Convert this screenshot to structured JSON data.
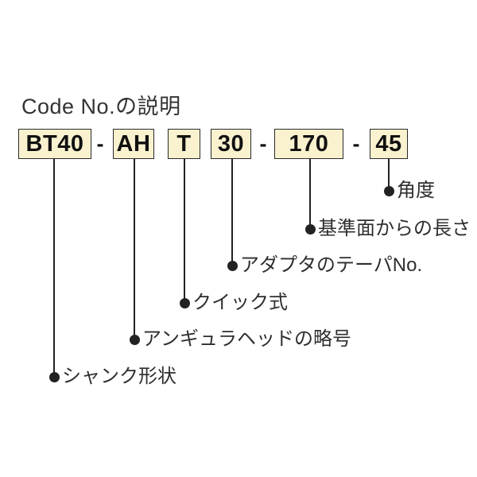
{
  "title": "Code No.の説明",
  "code": {
    "separator": "-",
    "parts": [
      "BT40",
      "AH",
      "T",
      "30",
      "170",
      "45"
    ]
  },
  "legend": [
    {
      "code": "45",
      "label": "角度"
    },
    {
      "code": "170",
      "label": "基準面からの長さ"
    },
    {
      "code": "30",
      "label": "アダプタのテーパNo."
    },
    {
      "code": "T",
      "label": "クイック式"
    },
    {
      "code": "AH",
      "label": "アンギュラヘッドの略号"
    },
    {
      "code": "BT40",
      "label": "シャンク形状"
    }
  ],
  "colors": {
    "box_fill": "#FAF2CF",
    "box_border": "#2a2a2a",
    "connector": "#222222",
    "text": "#111111",
    "label_text": "#2f2f2f"
  }
}
